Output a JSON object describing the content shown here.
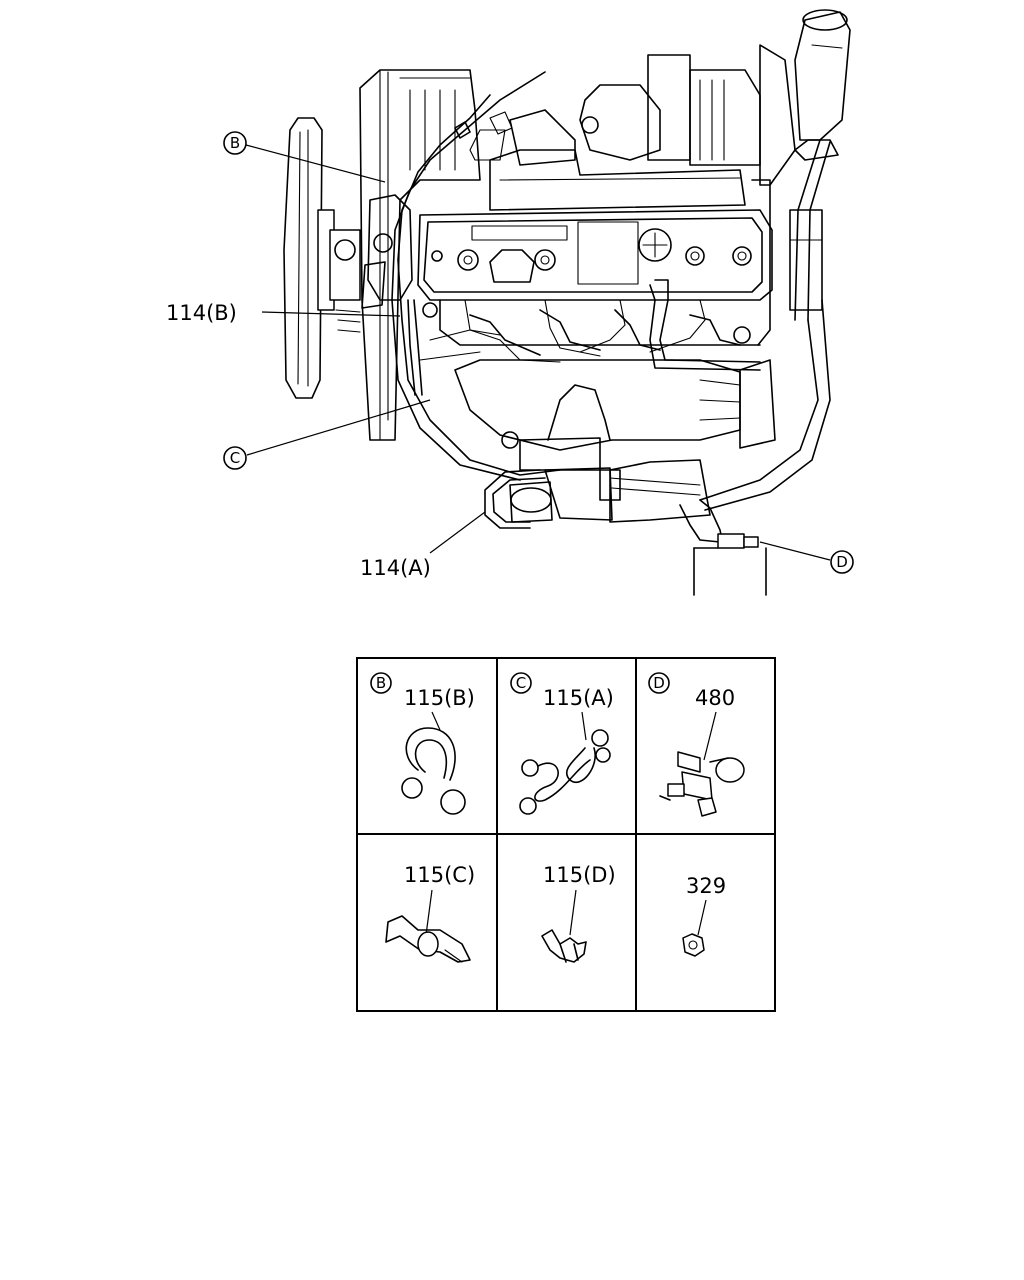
{
  "main_labels": {
    "hose_b": "114(B)",
    "hose_a": "114(A)"
  },
  "callouts": {
    "b": "B",
    "c": "C",
    "d": "D"
  },
  "detail_table": {
    "cells": [
      {
        "letter": "B",
        "part": "115(B)"
      },
      {
        "letter": "C",
        "part": "115(A)"
      },
      {
        "letter": "D",
        "part": "480"
      },
      {
        "letter": "",
        "part": "115(C)"
      },
      {
        "letter": "",
        "part": "115(D)"
      },
      {
        "letter": "",
        "part": "329"
      }
    ]
  }
}
